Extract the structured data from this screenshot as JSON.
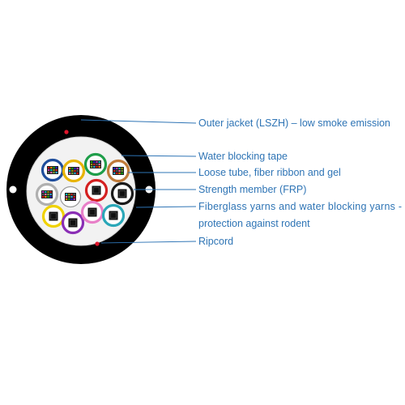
{
  "labels": {
    "outer_jacket": "Outer jacket (LSZH) – low smoke emission",
    "water_blocking_tape": "Water blocking tape",
    "loose_tube": "Loose tube, fiber ribbon and gel",
    "strength_member": "Strength member (FRP)",
    "fiberglass_line1": "Fiberglass  yarns  and  water  blocking  yarns  -",
    "fiberglass_line2": "protection against rodent",
    "ripcord": "Ripcord"
  },
  "colors": {
    "label_text": "#2e74b5",
    "jacket": "#000000",
    "ripcord": "#e0142a",
    "tape": "#f2f2f2"
  },
  "tubes": [
    {
      "ring": "#1f4e9c",
      "core": "ribbon"
    },
    {
      "ring": "#e8b400",
      "core": "ribbon"
    },
    {
      "ring": "#1f9e4a",
      "core": "ribbon"
    },
    {
      "ring": "#c07b3a",
      "core": "ribbon"
    },
    {
      "ring": "#b0b0b0",
      "core": "ribbon"
    },
    {
      "ring": "#ffffff",
      "core": "ribbon"
    },
    {
      "ring": "#d42020",
      "core": "square"
    },
    {
      "ring": "#1a1a1a",
      "core": "square"
    },
    {
      "ring": "#f0d200",
      "core": "square"
    },
    {
      "ring": "#8a2fb5",
      "core": "square"
    },
    {
      "ring": "#e880c8",
      "core": "square"
    },
    {
      "ring": "#2aa7b8",
      "core": "square"
    }
  ]
}
